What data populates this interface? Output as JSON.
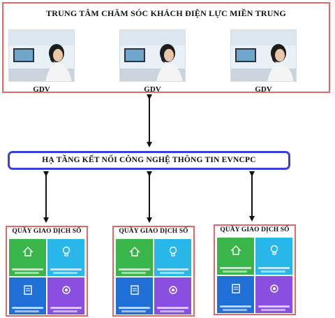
{
  "center": {
    "title": "TRUNG TÂM CHĂM SÓC KHÁCH ĐIỆN LỰC MIỀN TRUNG",
    "agents": [
      {
        "label": "GDV"
      },
      {
        "label": "GDV"
      },
      {
        "label": "GDV"
      }
    ]
  },
  "infrastructure": {
    "label": "HẠ TẦNG KẾT NỐI CÔNG NGHỆ THÔNG TIN EVNCPC"
  },
  "counters": [
    {
      "title": "QUẦY GIAO DỊCH SỐ"
    },
    {
      "title": "QUẦY GIAO DỊCH SỐ"
    },
    {
      "title": "QUẦY GIAO DỊCH SỐ"
    }
  ],
  "colors": {
    "box_border": "#e06a6a",
    "infra_border": "#3a41d6",
    "tile_green": "#39b54a",
    "tile_cyan": "#29b6e8",
    "tile_blue": "#1f6fd6",
    "tile_purple": "#8a4fe0"
  }
}
